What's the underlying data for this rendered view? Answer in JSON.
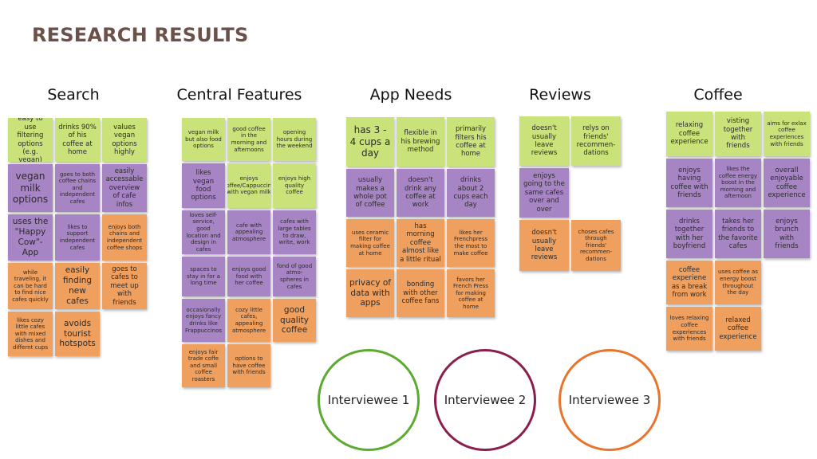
{
  "title": "RESEARCH RESULTS",
  "colors": {
    "green": "#c9e27a",
    "purple": "#a785c4",
    "orange": "#f0a05e"
  },
  "sections": [
    {
      "heading": "Search",
      "notes": [
        {
          "text": "easy to use filtering options (e.g. vegan)",
          "color": "green"
        },
        {
          "text": "drinks 90% of his coffee at home",
          "color": "green"
        },
        {
          "text": "values vegan options highly",
          "color": "green"
        },
        {
          "text": "vegan milk options",
          "color": "purple"
        },
        {
          "text": "goes to both coffee chains and independent cafes",
          "color": "purple"
        },
        {
          "text": "easily accessable overview of cafe infos",
          "color": "purple"
        },
        {
          "text": "uses the \"Happy Cow\"-App",
          "color": "purple"
        },
        {
          "text": "likes to support independent cafes",
          "color": "purple"
        },
        {
          "text": "enjoys both chains and independent coffee shops",
          "color": "orange"
        },
        {
          "text": "while traveling, it can be hard to find nice cafes quickly",
          "color": "orange"
        },
        {
          "text": "easily finding new cafes",
          "color": "orange"
        },
        {
          "text": "goes to cafes to meet up with friends",
          "color": "orange"
        },
        {
          "text": "likes cozy little cafes with mixed dishes and differnt cups",
          "color": "orange"
        },
        {
          "text": "avoids tourist hotspots",
          "color": "orange"
        }
      ]
    },
    {
      "heading": "Central Features",
      "notes": [
        {
          "text": "vegan milk but also food options",
          "color": "green"
        },
        {
          "text": "good coffee in the morning and afternoons",
          "color": "green"
        },
        {
          "text": "opening hours during the weekend",
          "color": "green"
        },
        {
          "text": "likes vegan food options",
          "color": "purple"
        },
        {
          "text": "enjoys coffee/Cappuccino with vegan milk",
          "color": "green"
        },
        {
          "text": "enjoys high quality coffee",
          "color": "green"
        },
        {
          "text": "loves self-service, good location and design in cafes",
          "color": "purple"
        },
        {
          "text": "cafe with appealing atmosphere",
          "color": "purple"
        },
        {
          "text": "cafes with large tables to draw, write, work",
          "color": "purple"
        },
        {
          "text": "spaces to stay in for a long time",
          "color": "purple"
        },
        {
          "text": "enjoys good food with her coffee",
          "color": "purple"
        },
        {
          "text": "fond of good atmo-spheres in cafes",
          "color": "purple"
        },
        {
          "text": "occasionally enjoys fancy drinks like Frappuccinos",
          "color": "purple"
        },
        {
          "text": "cozy little cafes, appealing atmosphere",
          "color": "orange"
        },
        {
          "text": "good quality coffee",
          "color": "orange"
        },
        {
          "text": "enjoys fair trade coffe and small coffee roasters",
          "color": "orange"
        },
        {
          "text": "options to have coffee with friends",
          "color": "orange"
        }
      ]
    },
    {
      "heading": "App Needs",
      "notes": [
        {
          "text": "has 3 - 4 cups a day",
          "color": "green"
        },
        {
          "text": "flexible in his brewing method",
          "color": "green"
        },
        {
          "text": "primarily filters his coffee at home",
          "color": "green"
        },
        {
          "text": "usually makes a whole pot of coffee",
          "color": "purple"
        },
        {
          "text": "doesn't drink any coffee at work",
          "color": "purple"
        },
        {
          "text": "drinks about 2 cups each day",
          "color": "purple"
        },
        {
          "text": "uses ceramic filter for making coffee at home",
          "color": "orange"
        },
        {
          "text": "has morning coffee almost like a little ritual",
          "color": "orange"
        },
        {
          "text": "likes her Frenchpress the most to make coffee",
          "color": "orange"
        },
        {
          "text": "privacy of data with apps",
          "color": "orange"
        },
        {
          "text": "bonding with other coffee fans",
          "color": "orange"
        },
        {
          "text": "favors her French Press for making coffee at home",
          "color": "orange"
        }
      ]
    },
    {
      "heading": "Reviews",
      "notes": [
        {
          "text": "doesn't usually leave reviews",
          "color": "green"
        },
        {
          "text": "relys on friends' recommen-dations",
          "color": "green"
        },
        {
          "text": "enjoys going to the same cafes over and over",
          "color": "purple"
        },
        {
          "text": "doesn't usually leave reviews",
          "color": "orange"
        },
        {
          "text": "choses cafes through friends' recommen-dations",
          "color": "orange"
        }
      ]
    },
    {
      "heading": "Coffee",
      "notes": [
        {
          "text": "relaxing coffee experience",
          "color": "green"
        },
        {
          "text": "visting together with friends",
          "color": "green"
        },
        {
          "text": "aims for exlax coffee experiences with friends",
          "color": "green"
        },
        {
          "text": "enjoys having coffee with friends",
          "color": "purple"
        },
        {
          "text": "likes the coffee energy boost in the morning and afternoon",
          "color": "purple"
        },
        {
          "text": "overall enjoyable coffee experience",
          "color": "purple"
        },
        {
          "text": "drinks together with her boyfriend",
          "color": "purple"
        },
        {
          "text": "takes her friends to the favorite cafes",
          "color": "purple"
        },
        {
          "text": "enjoys brunch with friends",
          "color": "purple"
        },
        {
          "text": "coffee experiene as a break from work",
          "color": "orange"
        },
        {
          "text": "uses coffee as energy boost throughout the day",
          "color": "orange"
        },
        {
          "text": "loves relaxing coffee experiences with friends",
          "color": "orange"
        },
        {
          "text": "relaxed coffee experience",
          "color": "orange"
        }
      ]
    }
  ],
  "legend": [
    {
      "label": "Interviewee 1",
      "color": "#5aab2f"
    },
    {
      "label": "Interviewee 2",
      "color": "#8b1e4c"
    },
    {
      "label": "Interviewee 3",
      "color": "#e8752b"
    }
  ]
}
